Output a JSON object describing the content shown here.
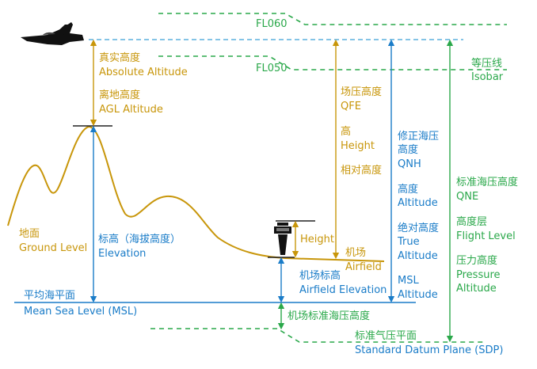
{
  "colors": {
    "gold": "#c8960a",
    "blue": "#1a7cc8",
    "green": "#2aa84a",
    "dark": "#222222"
  },
  "icons": [
    "fighter-jet-icon",
    "control-tower-icon"
  ],
  "levels": {
    "fl060": "FL060",
    "fl050": "FL050"
  },
  "isobar": {
    "zh": "等压线",
    "en": "Isobar"
  },
  "absolute_altitude": {
    "zh": "真实高度",
    "en": "Absolute Altitude"
  },
  "agl_altitude": {
    "zh": "离地高度",
    "en": "AGL Altitude"
  },
  "qfe": {
    "zh": "场压高度",
    "en": "QFE"
  },
  "height_cn": {
    "zh": "高",
    "en": "Height"
  },
  "relative_height": {
    "zh": "相对高度"
  },
  "qnh": {
    "zh1": "修正海压",
    "zh2": "高度",
    "en": "QNH"
  },
  "altitude": {
    "zh": "高度",
    "en": "Altitude"
  },
  "true_altitude": {
    "zh": "绝对高度",
    "en1": "True",
    "en2": "Altitude"
  },
  "msl_altitude": {
    "en1": "MSL",
    "en2": "Altitude"
  },
  "qne": {
    "zh": "标准海压高度",
    "en": "QNE"
  },
  "flight_level": {
    "zh": "高度层",
    "en": "Flight Level"
  },
  "pressure_altitude": {
    "zh": "压力高度",
    "en1": "Pressure",
    "en2": "Altitude"
  },
  "ground_level": {
    "zh": "地面",
    "en": "Ground Level"
  },
  "elevation": {
    "zh": "标高（海拔高度）",
    "en": "Elevation"
  },
  "tower_height": {
    "en": "Height"
  },
  "airfield": {
    "zh": "机场",
    "en": "Airfield"
  },
  "airfield_elevation": {
    "zh": "机场标高",
    "en": "Airfield Elevation"
  },
  "msl": {
    "zh": "平均海平面",
    "en": "Mean Sea Level (MSL)"
  },
  "airfield_qne": {
    "zh": "机场标准海压高度"
  },
  "sdp": {
    "zh": "标准气压平面",
    "en": "Standard Datum Plane (SDP)"
  }
}
